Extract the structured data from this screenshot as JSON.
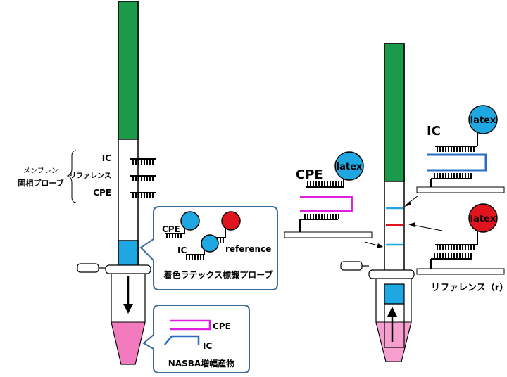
{
  "left_strip": {
    "membrane_label_line1": "メンブレン",
    "membrane_label_line2": "固相プローブ",
    "probe_labels": [
      "IC",
      "リファレンス",
      "CPE"
    ]
  },
  "colored_probe_callout": {
    "cpe": "CPE",
    "ic": "IC",
    "reference": "reference",
    "caption": "着色ラテックス標識プローブ"
  },
  "nasba_callout": {
    "cpe": "CPE",
    "ic": "IC",
    "caption": "NASBA増幅産物"
  },
  "right_detail": {
    "cpe_label": "CPE",
    "ic_label": "IC",
    "reference_label": "リファレンス（r）",
    "latex": "latex"
  },
  "colors": {
    "green": "#1a9a4a",
    "blue": "#1ea7e1",
    "red": "#e0141e",
    "magenta": "#e020e0",
    "ic_strand": "#2a6cc0",
    "pink": "#f47ac0",
    "callout_border": "#3a6a9a"
  }
}
